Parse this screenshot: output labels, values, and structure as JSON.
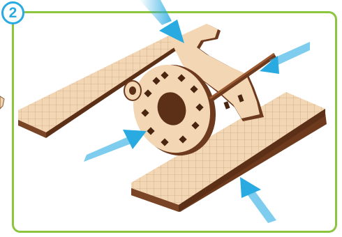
{
  "step": {
    "number": "2"
  },
  "colors": {
    "frame": "#8cc63f",
    "badge": "#29abe2",
    "wood_face": "#f3d7b4",
    "wood_edge": "#6e3a1e",
    "arrow": "#29abe2"
  },
  "icons": {
    "arrows": "assembly-direction-arrow",
    "parts": [
      "plywood-base-plate",
      "plywood-gear-disc",
      "plywood-support-bracket",
      "wooden-axle-rod"
    ]
  }
}
